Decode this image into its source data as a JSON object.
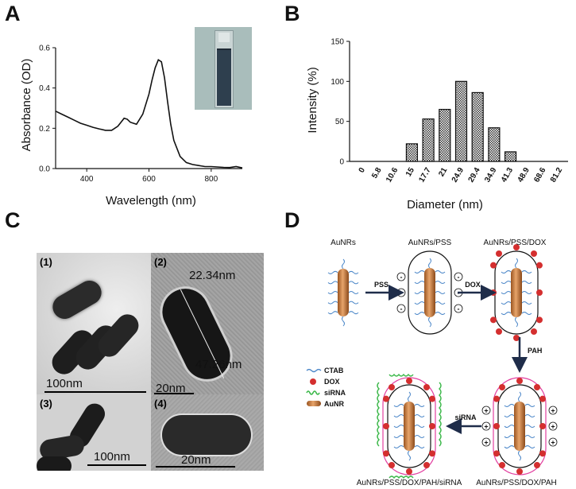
{
  "panels": {
    "a": "A",
    "b": "B",
    "c": "C",
    "d": "D"
  },
  "chart_data": [
    {
      "type": "line",
      "panel": "A",
      "xlabel": "Wavelength (nm)",
      "ylabel": "Absorbance (OD)",
      "xlim": [
        300,
        900
      ],
      "ylim": [
        0,
        0.6
      ],
      "xticks": [
        "400",
        "600",
        "800"
      ],
      "yticks": [
        "0.0",
        "0.2",
        "0.4",
        "0.6"
      ],
      "x": [
        300,
        320,
        340,
        360,
        380,
        400,
        420,
        440,
        460,
        480,
        500,
        510,
        520,
        530,
        540,
        560,
        580,
        600,
        610,
        620,
        630,
        640,
        650,
        660,
        670,
        680,
        700,
        720,
        740,
        760,
        780,
        800,
        820,
        840,
        860,
        880,
        900
      ],
      "y": [
        0.285,
        0.27,
        0.255,
        0.24,
        0.225,
        0.215,
        0.205,
        0.197,
        0.19,
        0.19,
        0.21,
        0.23,
        0.25,
        0.245,
        0.23,
        0.22,
        0.27,
        0.37,
        0.44,
        0.5,
        0.54,
        0.53,
        0.45,
        0.33,
        0.22,
        0.14,
        0.06,
        0.03,
        0.02,
        0.015,
        0.01,
        0.01,
        0.008,
        0.006,
        0.005,
        0.01,
        0.003
      ]
    },
    {
      "type": "bar",
      "panel": "B",
      "xlabel": "Diameter (nm)",
      "ylabel": "Intensity (%)",
      "ylim": [
        0,
        150
      ],
      "yticks": [
        "0",
        "50",
        "100",
        "150"
      ],
      "categories": [
        "0",
        "5.8",
        "10.6",
        "15",
        "17.7",
        "21",
        "24.9",
        "29.4",
        "34.9",
        "41.3",
        "48.9",
        "68.6",
        "81.2"
      ],
      "values": [
        0,
        0,
        0,
        22,
        53,
        65,
        100,
        86,
        42,
        12,
        0,
        0,
        0
      ]
    }
  ],
  "tem": {
    "panel1_label": "(1)",
    "panel2_label": "(2)",
    "panel3_label": "(3)",
    "panel4_label": "(4)",
    "panel1_scale": "100nm",
    "panel2_scale": "20nm",
    "panel2_width": "22.34nm",
    "panel2_length": "47.26nm",
    "panel3_scale": "100nm",
    "panel4_scale": "20nm"
  },
  "diagram": {
    "stage1": "AuNRs",
    "stage2": "AuNRs/PSS",
    "stage3": "AuNRs/PSS/DOX",
    "stage4": "AuNRs/PSS/DOX/PAH",
    "stage5": "AuNRs/PSS/DOX/PAH/siRNA",
    "arrow1": "PSS",
    "arrow2": "DOX",
    "arrow3": "PAH",
    "arrow4": "siRNA",
    "legend": [
      "CTAB",
      "DOX",
      "siRNA",
      "AuNR"
    ],
    "minus": "-",
    "plus": "+",
    "colors": {
      "rod": "#c97a3c",
      "dox": "#d42f2f",
      "ctab": "#4a86c8",
      "sirna": "#3cb84a",
      "pah": "#e23fa0"
    }
  }
}
